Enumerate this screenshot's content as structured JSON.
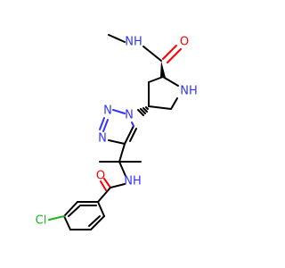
{
  "atoms": {
    "amide_nh_top": "NH",
    "amide_o_top": "O",
    "pyrrolidine_nh": "NH",
    "triazole_n1": "N",
    "triazole_n2": "N",
    "triazole_n3": "N",
    "amide_nh_bottom": "NH",
    "amide_o_bottom": "O",
    "chlorine": "Cl"
  },
  "colors": {
    "carbon": "#000000",
    "nitrogen": "#3333ff",
    "oxygen": "#ff0000",
    "chlorine": "#1fb51f"
  }
}
